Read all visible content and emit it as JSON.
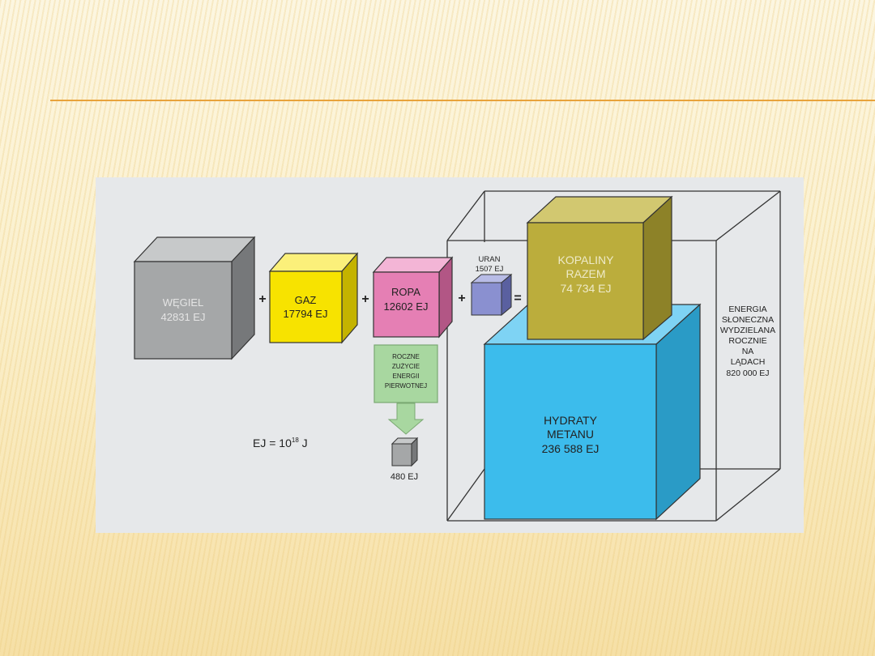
{
  "figure": {
    "blocks": [
      {
        "id": "wegiel",
        "name": "WĘGIEL",
        "value": "42831 EJ",
        "color": "#a5a7a8"
      },
      {
        "id": "gaz",
        "name": "GAZ",
        "value": "17794 EJ",
        "color": "#f7e300"
      },
      {
        "id": "ropa",
        "name": "ROPA",
        "value": "12602 EJ",
        "color": "#e57fb4"
      },
      {
        "id": "uran",
        "name": "URAN",
        "value": "1507 EJ",
        "color": "#8a90d0"
      },
      {
        "id": "kopaliny",
        "line1": "KOPALINY",
        "line2": "RAZEM",
        "value": "74 734 EJ",
        "color": "#bbad3c"
      },
      {
        "id": "hydraty",
        "line1": "HYDRATY",
        "line2": "METANU",
        "value": "236 588 EJ",
        "color": "#3cbcec"
      }
    ],
    "operators": {
      "plus": "+",
      "equals": "="
    },
    "consumption": {
      "lines": [
        "ROCZNE",
        "ZUŻYCIE",
        "ENERGII",
        "PIERWOTNEJ"
      ],
      "value": "480 EJ",
      "box_color": "#a8d7a0"
    },
    "solar": {
      "lines": [
        "ENERGIA",
        "SŁONECZNA",
        "WYDZIELANA",
        "ROCZNIE",
        "NA",
        "LĄDACH"
      ],
      "value": "820 000 EJ"
    },
    "unit_note": {
      "base": "EJ = 10",
      "exponent": "18",
      "unit": " J"
    }
  }
}
